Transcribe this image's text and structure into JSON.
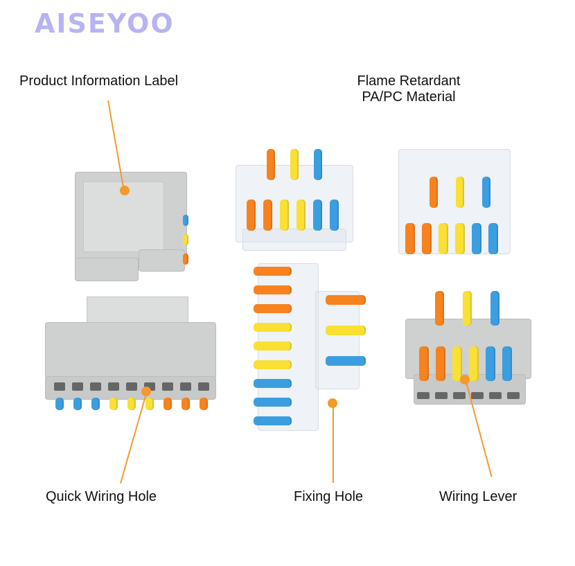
{
  "brand": {
    "logo": "AISEYOO",
    "color": "#b7b4f2"
  },
  "callouts": {
    "product_information_label": "Product Information Label",
    "material_line1": "Flame Retardant",
    "material_line2": "PA/PC Material",
    "quick_wiring_hole": "Quick Wiring Hole",
    "fixing_hole": "Fixing Hole",
    "wiring_lever": "Wiring Lever"
  },
  "colors": {
    "orange": "#f7821e",
    "yellow": "#f9e033",
    "blue": "#3b9ee0",
    "leader": "#f39a2a"
  }
}
